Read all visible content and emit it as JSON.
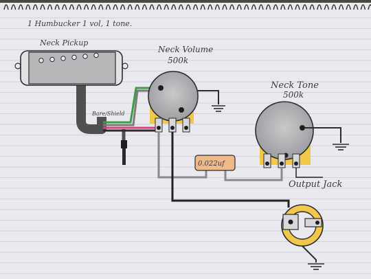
{
  "header": {
    "title": "1 Humbucker   1 vol, 1 tone."
  },
  "components": {
    "pickup": {
      "label": "Neck Pickup"
    },
    "ground_wire": {
      "label": "Bare/Shield"
    },
    "volume": {
      "name": "Neck Volume",
      "value": "500k"
    },
    "tone": {
      "name": "Neck Tone",
      "value": "500k"
    },
    "capacitor": {
      "value": "0.022uf"
    },
    "jack": {
      "label": "Output Jack"
    }
  },
  "colors": {
    "paper": "#e9e9ee",
    "rule_line": "#b7bcd0",
    "pencil": "#3a3a40",
    "shield": "#505050",
    "wire_green": "#3f9a4a",
    "wire_red": "#d0467a",
    "lug_yellow": "#f2c84a",
    "capacitor": "#efb98a"
  }
}
